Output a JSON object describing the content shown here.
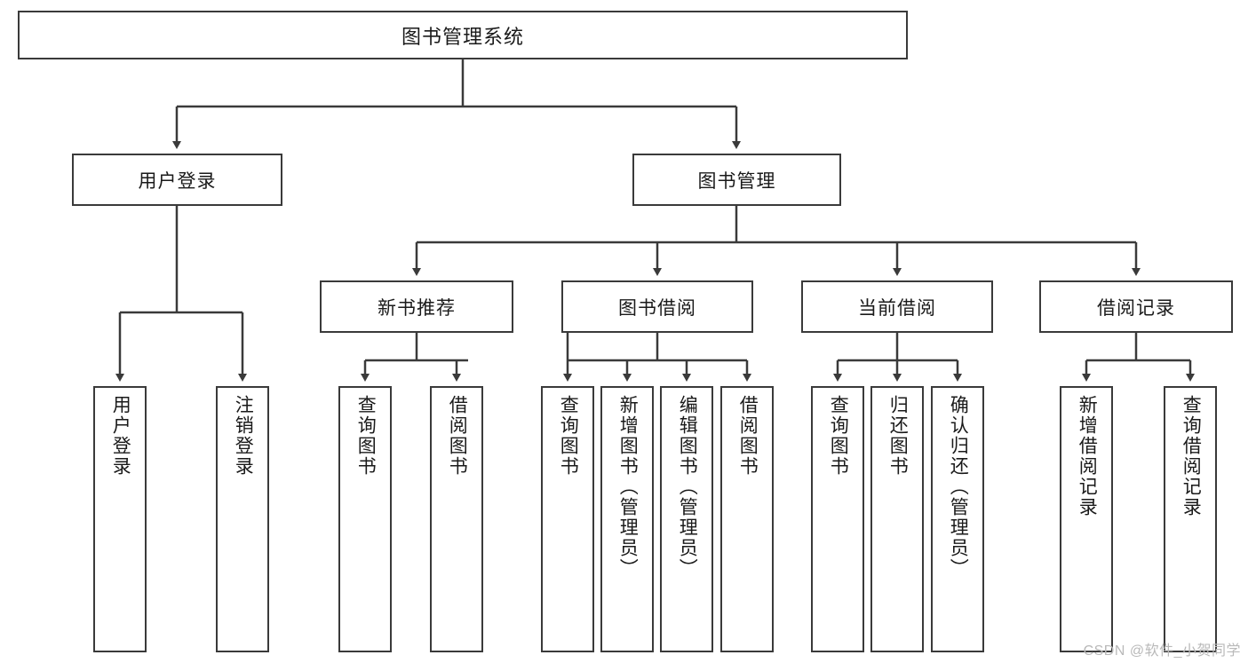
{
  "diagram": {
    "type": "tree",
    "orientation": "top-down",
    "root": {
      "id": "root",
      "label": "图书管理系统"
    },
    "level1": [
      {
        "id": "user-login",
        "label": "用户登录"
      },
      {
        "id": "book-manage",
        "label": "图书管理"
      }
    ],
    "level2": [
      {
        "id": "new-book-rec",
        "label": "新书推荐",
        "parent": "book-manage"
      },
      {
        "id": "book-borrow",
        "label": "图书借阅",
        "parent": "book-manage"
      },
      {
        "id": "current-borrow",
        "label": "当前借阅",
        "parent": "book-manage"
      },
      {
        "id": "borrow-record",
        "label": "借阅记录",
        "parent": "book-manage"
      }
    ],
    "leaves": [
      {
        "id": "leaf-user-login",
        "label": "用户登录",
        "parent": "user-login"
      },
      {
        "id": "leaf-user-logout",
        "label": "注销登录",
        "parent": "user-login"
      },
      {
        "id": "leaf-query-book-1",
        "label": "查询图书",
        "parent": "new-book-rec"
      },
      {
        "id": "leaf-borrow-book-1",
        "label": "借阅图书",
        "parent": "new-book-rec"
      },
      {
        "id": "leaf-query-book-2",
        "label": "查询图书",
        "parent": "book-borrow"
      },
      {
        "id": "leaf-add-book",
        "label": "新增图书（管理员）",
        "parent": "book-borrow"
      },
      {
        "id": "leaf-edit-book",
        "label": "编辑图书（管理员）",
        "parent": "book-borrow"
      },
      {
        "id": "leaf-borrow-book-2",
        "label": "借阅图书",
        "parent": "book-borrow"
      },
      {
        "id": "leaf-query-book-3",
        "label": "查询图书",
        "parent": "current-borrow"
      },
      {
        "id": "leaf-return-book",
        "label": "归还图书",
        "parent": "current-borrow"
      },
      {
        "id": "leaf-confirm-return",
        "label": "确认归还（管理员）",
        "parent": "current-borrow"
      },
      {
        "id": "leaf-add-record",
        "label": "新增借阅记录",
        "parent": "borrow-record"
      },
      {
        "id": "leaf-query-record",
        "label": "查询借阅记录",
        "parent": "borrow-record"
      }
    ],
    "colors": {
      "box_border": "#3a3a3a",
      "box_fill": "#ffffff",
      "connector": "#3a3a3a",
      "text": "#1a1a1a",
      "watermark": "#b9b9b9"
    }
  },
  "watermark": {
    "text": "CSDN @软件_小贺同学"
  }
}
